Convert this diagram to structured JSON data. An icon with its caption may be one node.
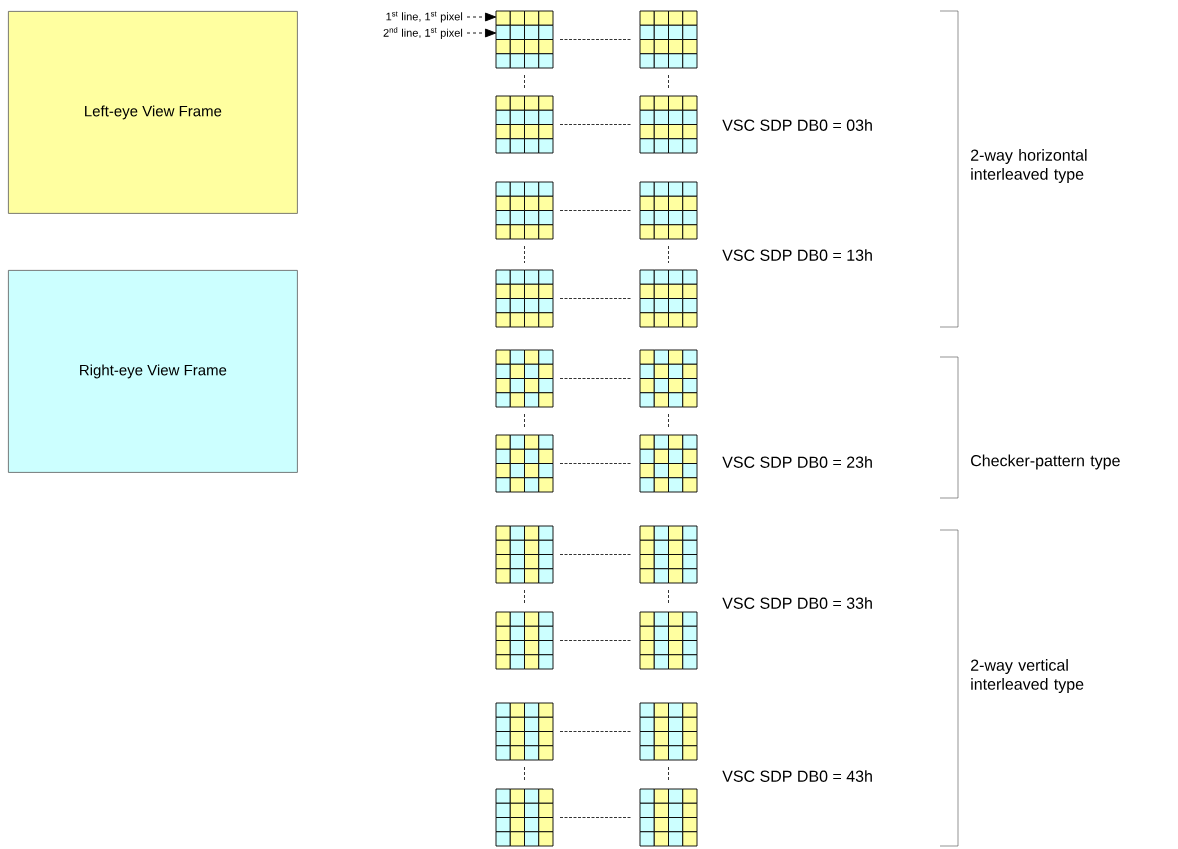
{
  "diagram": {
    "nodes": [
      {
        "text": [
          "Left-eye View Frame"
        ]
      },
      {
        "text": [
          "Right-eye View Frame"
        ]
      },
      {
        "text": [
          "1$^{st}$ line, 1$^{st}$ pixel"
        ]
      },
      {
        "text": [
          "2$^{nd}$ line, 1$^{st}$ pixel"
        ]
      }
    ],
    "edges": [
      {
        "from": 2,
        "to": null,
        "arrow": "to"
      },
      {
        "from": 3,
        "to": null,
        "arrow": "to"
      }
    ],
    "labels": [
      "VSC SDP DB0 = 03h",
      "2-way horizontal interleaved type",
      "VSC SDP DB0 = 13h",
      "VSC SDP DB0 = 23h",
      "Checker-pattern type",
      "VSC SDP DB0 = 33h",
      "2-way vertical interleaved type",
      "VSC SDP DB0 = 43h"
    ]
  }
}
